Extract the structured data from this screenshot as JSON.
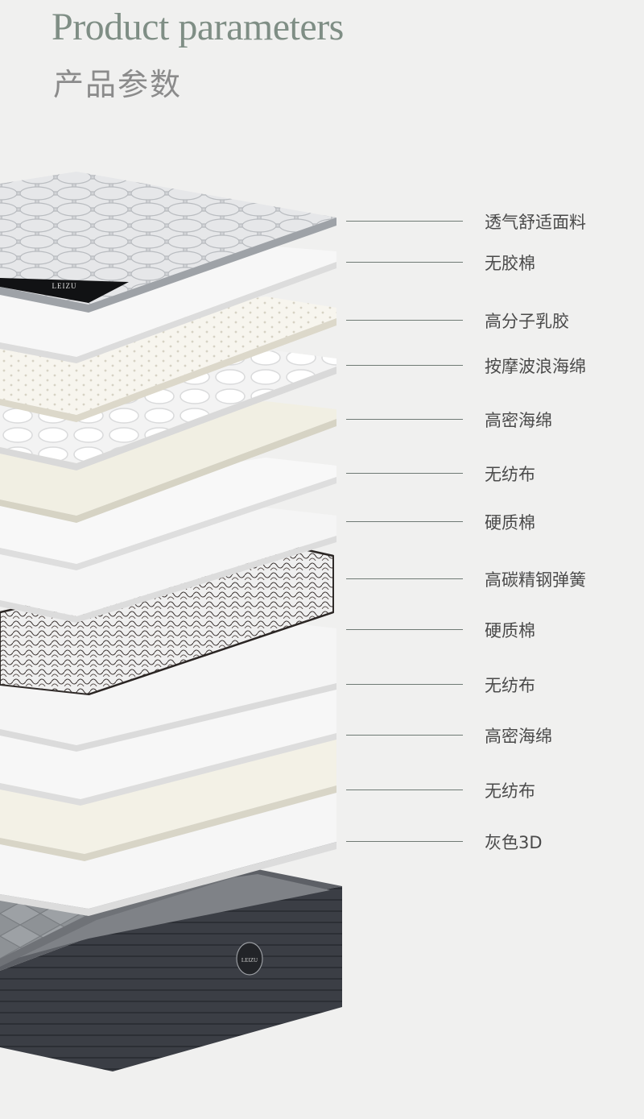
{
  "header": {
    "title_en": "Product parameters",
    "title_zh": "产品参数"
  },
  "mattress": {
    "top_brand": "LEIZU",
    "base_brand": "LEIZU"
  },
  "layers": [
    {
      "label": "透气舒适面料",
      "material": "quilted-fabric"
    },
    {
      "label": "无胶棉",
      "material": "white-sheet"
    },
    {
      "label": "高分子乳胶",
      "material": "latex"
    },
    {
      "label": "按摩波浪海绵",
      "material": "wave-foam"
    },
    {
      "label": "高密海绵",
      "material": "cream-foam"
    },
    {
      "label": "无纺布",
      "material": "white-sheet"
    },
    {
      "label": "硬质棉",
      "material": "white-sheet"
    },
    {
      "label": "高碳精钢弹簧",
      "material": "springs"
    },
    {
      "label": "硬质棉",
      "material": "white-sheet"
    },
    {
      "label": "无纺布",
      "material": "white-sheet"
    },
    {
      "label": "高密海绵",
      "material": "cream-foam"
    },
    {
      "label": "无纺布",
      "material": "white-sheet"
    },
    {
      "label": "灰色3D",
      "material": "grey-3d"
    }
  ],
  "colors": {
    "background": "#f0f0ef",
    "title_en": "#7f8e85",
    "title_zh": "#8b8b8b",
    "leader_line": "#6f7a74",
    "label_text": "#4a4a4a",
    "base": "#3a3d44"
  }
}
